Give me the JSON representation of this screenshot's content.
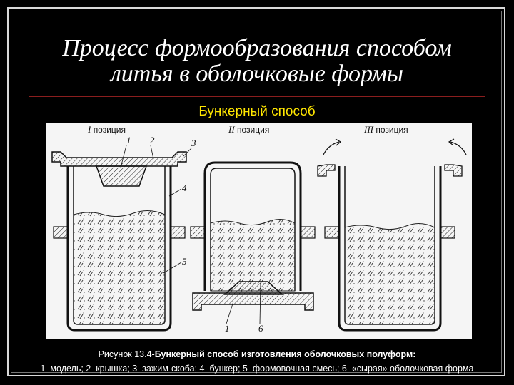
{
  "slide": {
    "title_line1": "Процесс формообразования способом",
    "title_line2": "литья в оболочковые формы",
    "subtitle": "Бункерный способ"
  },
  "figure": {
    "positions": [
      {
        "roman": "I",
        "label": "позиция"
      },
      {
        "roman": "II",
        "label": "позиция"
      },
      {
        "roman": "III",
        "label": "позиция"
      }
    ],
    "callouts": [
      "1",
      "2",
      "3",
      "4",
      "5",
      "1",
      "6"
    ]
  },
  "caption": {
    "prefix": "Рисунок 13.4-",
    "bold": "Бункерный способ изготовления оболочковых полуформ:",
    "legend": "1–модель; 2–крышка; 3–зажим-скоба; 4–бункер; 5–формовочная смесь; 6–«сырая» оболочковая форма"
  },
  "colors": {
    "background": "#000000",
    "subtitle": "#ffe600",
    "divider": "#8b1e1e",
    "figure_bg": "#f5f5f5"
  }
}
